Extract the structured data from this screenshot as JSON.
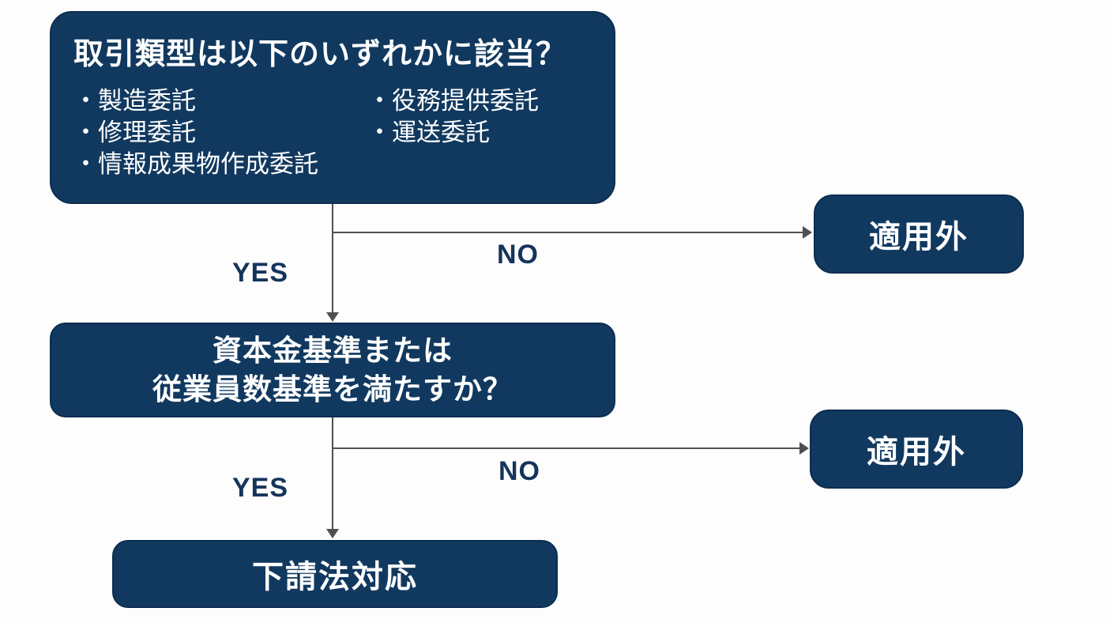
{
  "flowchart": {
    "question1": {
      "title": "取引類型は以下のいずれかに該当？",
      "bullets_left": [
        "・製造委託",
        "・修理委託",
        "・情報成果物作成委託"
      ],
      "bullets_right": [
        "・役務提供委託",
        "・運送委託"
      ]
    },
    "branch1": {
      "yes_label": "YES",
      "no_label": "NO",
      "no_result": "適用外"
    },
    "question2": {
      "line1": "資本金基準または",
      "line2": "従業員数基準を満たすか？"
    },
    "branch2": {
      "yes_label": "YES",
      "no_label": "NO",
      "no_result": "適用外"
    },
    "final_result": "下請法対応",
    "colors": {
      "node_fill": "#11395f",
      "node_border": "#0c2d4f",
      "node_text": "#ffffff",
      "connector": "#4f4f4f",
      "branch_label_text": "#15345c",
      "background": "#fdfdfd"
    }
  }
}
